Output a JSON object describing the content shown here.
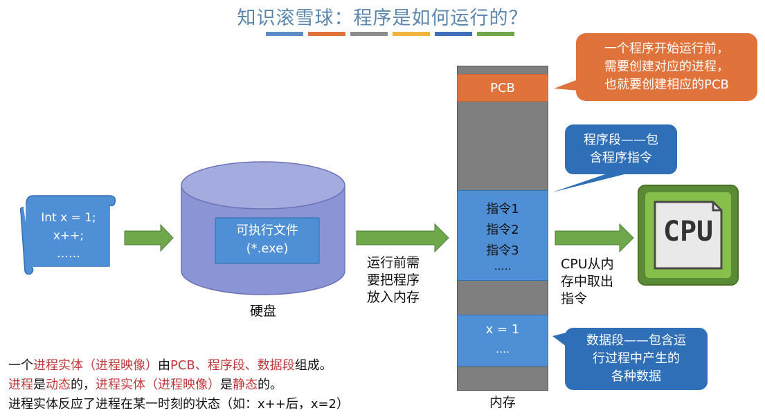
{
  "title": "知识滚雪球：程序是如何运行的？",
  "color_bars": [
    "#5b8ec9",
    "#e0723b",
    "#8c8c8c",
    "#f0b43c",
    "#3f6fb8",
    "#6ea84a"
  ],
  "source": {
    "line1": "Int x = 1;",
    "line2": "x++;",
    "line3": "……"
  },
  "disk": {
    "file_line1": "可执行文件",
    "file_line2": "(*.exe)",
    "label": "硬盘"
  },
  "arrow_note_load": {
    "line1": "运行前需",
    "line2": "要把程序",
    "line3": "放入内存"
  },
  "memory": {
    "pcb": "PCB",
    "instructions": [
      "指令1",
      "指令2",
      "指令3",
      "….."
    ],
    "data": [
      "x = 1",
      "…."
    ],
    "label": "内存"
  },
  "arrow_note_cpu": {
    "line1": "CPU从内",
    "line2": "存中取出",
    "line3": "指令"
  },
  "cpu": {
    "text": "CPU"
  },
  "callouts": {
    "pcb": {
      "line1": "一个程序开始运行前，",
      "line2": "需要创建对应的进程，",
      "line3": "也就要创建相应的PCB",
      "color": "#e0723b"
    },
    "code": {
      "line1": "程序段——包",
      "line2": "含程序指令",
      "color": "#2f6fb8"
    },
    "data": {
      "line1": "数据段——包含运",
      "line2": "行过程中产生的",
      "line3": "各种数据",
      "color": "#2f6fb8"
    }
  },
  "bottom": {
    "l1a": "一个",
    "l1b": "进程实体（进程映像）",
    "l1c": "由",
    "l1d": "PCB、程序段、数据段",
    "l1e": "组成。",
    "l2a": "进程",
    "l2b": "是",
    "l2c": "动态",
    "l2d": "的，",
    "l2e": "进程实体（进程映像）",
    "l2f": "是",
    "l2g": "静态",
    "l2h": "的。",
    "l3": "进程实体反应了进程在某一时刻的状态（如：x++后，x=2）"
  }
}
